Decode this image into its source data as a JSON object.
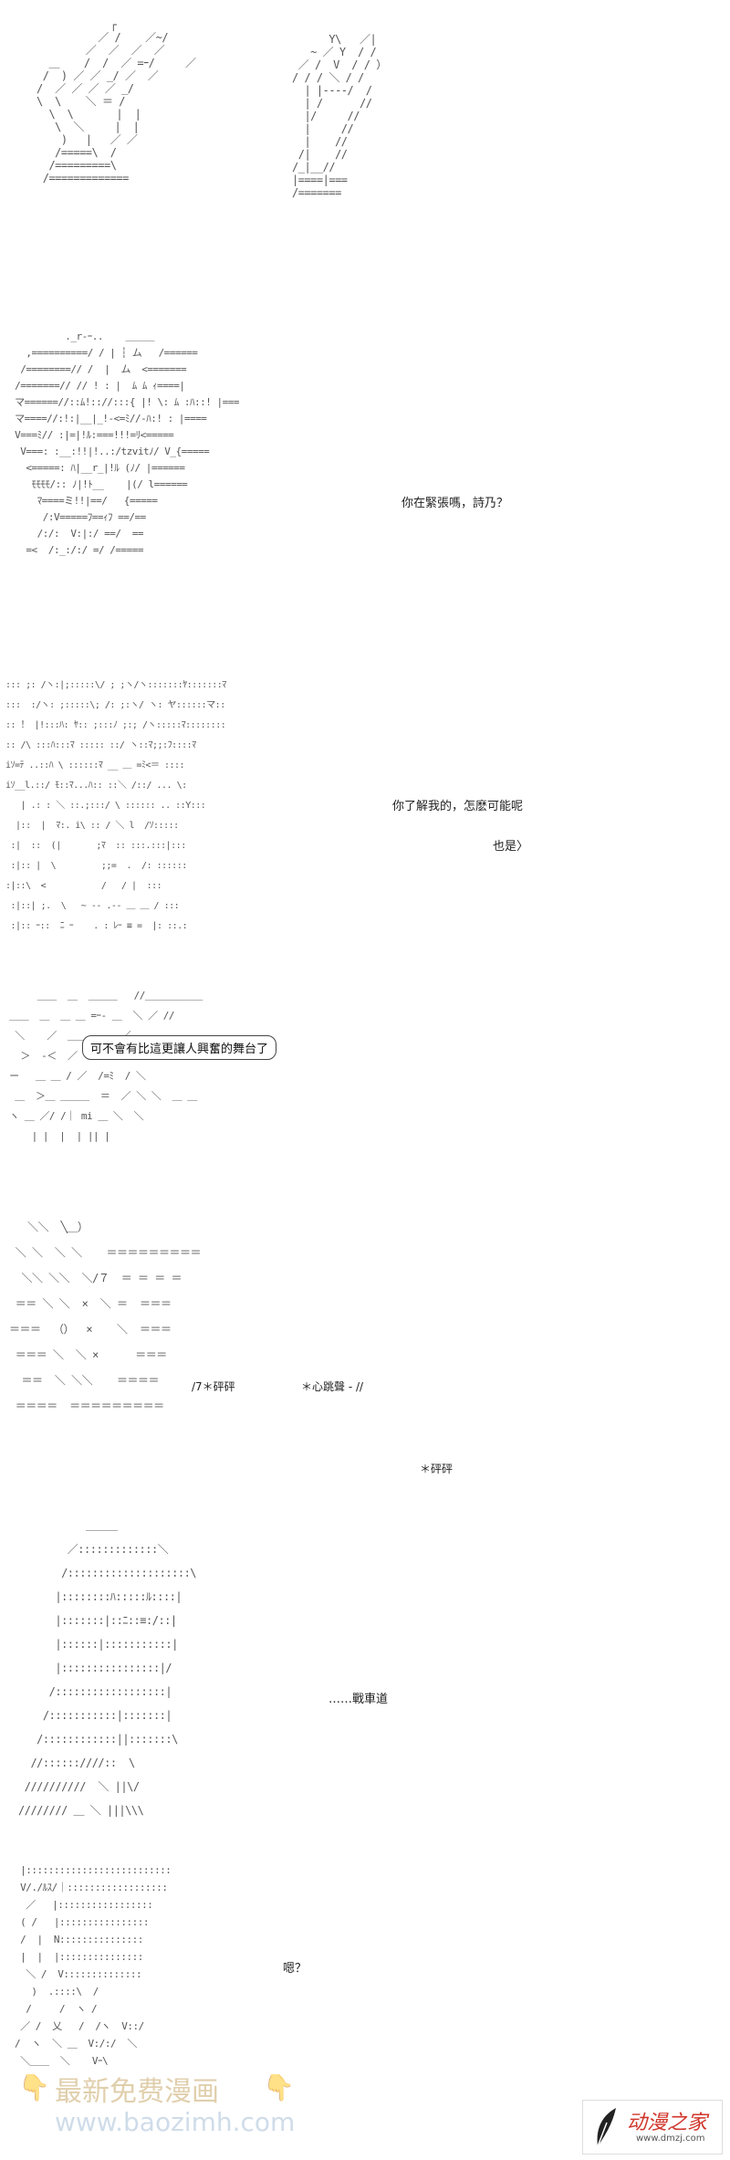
{
  "panels": {
    "p2": {
      "speech": "你在緊張嗎，詩乃？"
    },
    "p3": {
      "speech1": "你了解我的，怎麽可能呢",
      "speech2": "也是〉"
    },
    "p4": {
      "balloon": "可不會有比這更讓人興奮的舞台了"
    },
    "p5": {
      "sfx1": "/7＊砰砰",
      "sfx2": "＊心跳聲 - //",
      "sfx3": "＊砰砰"
    },
    "p6": {
      "speech": "……戰車道"
    },
    "p7": {
      "speech": "嗯？"
    }
  },
  "watermark": {
    "line1": "最新免费漫画",
    "line2": "www.baozimh.com"
  },
  "logo": {
    "title": "动漫之家",
    "url": "www.dmzj.com"
  },
  "ascii": {
    "a1": "            ┌\n          ／ /    ／~/\n        ／  ／  ／  ／\n  ＿    /  /  ／ =ｰ/     ／\n /  ) ／ ／ _/ ／  ／\n/  ／ ／ ／ ／ _/\n\\  \\    ＼ ＝ /\n  \\  \\       |  |\n   \\  ＼     |  |\n    )   |   ／ ／\n   /=====\\  /\n  /=========\\\n /=============",
    "a2": "      Y\\   ／|\n   ~ ／ Y  / /\n ／ /  V  / / ）\n/ / / ＼ / /\n  | |----/  /\n  | /      //\n  |/     //\n  |     //\n  |    //\n /|    //\n/_|__//\n|====|===\n/=======",
    "a3": "          ._r-ｰ..    ＿＿＿\n   ,==========/ / | ┆ ム   /======\n  /========// /  |  ム  <=======\n /=======// // ! : |  ﾑ ﾑ ｨ====|\n マ======//::ﾑ!:://:::{ |! \\: ﾑ :ﾊ::! |===\n マ====//:!:|__|_!-<=ﾐ//-ﾊ:! : |====\n V===ﾐ// :|=|!ﾙ:===!!!=ﾘ<=====\n  V===: :__:!!|!..:/tzvitﾉ/ V_{=====\n   <=====: ﾊ|__r_|!ﾙ (ﾉ/ |======\n    ﾓﾓﾓﾓ/:: ﾉ|!ﾄ__    |(/ l======\n     ﾏ====ミ!!|==/   {=====\n      /:V=====ﾌ==ｨﾌ ==/==\n     /:/:  V:|:/ ==/  ==\n   =<  /:_:/:/ =/ /=====",
    "a4": "::: ;: /ヽ:|;:::::\\/ ; ;ヽ/ヽ:::::::ﾔ:::::::ﾏ\n:::  :/ヽ: ;:::::\\; /: ;:ヽ/ ヽ: ヤ::::::マ::\n:: ！ |!:::ﾊ: ﾔ:: ;:::ﾉ ;:; /ヽ:::::ﾏ::::::::\n:: /\\ :::ﾊ:::ﾏ ::::: ::/ ヽ::ﾏ;;:ﾌ::::ﾏ\niｿ=ﾃ ..::ﾊ \\ ::::::ﾏ __ ＿ =ﾐ<＝ ::::\niｿ__l.::/ ﾓ::ﾏ...ﾊ:: ::＼ /::/ ... \\:\n   | .: : ＼ ::.;:::/ \\ :::::: .. ::Y:::\n  |::  |  ﾏ:. i\\ :: / ＼ l  /ｿ:::::\n :|  ::  (|       ;ﾏ  :: :::.:::|:::\n :|:: |  \\         ;;=  .  /: ::::::\n:|::\\  <           /   / |  :::\n :|::| ;.  \\   ~ -- .-- ＿ ＿ / :::\n :|:: ｰ::  ﾆ ｰ    . : ﾚｰ ≡ =  |: ::.:",
    "a5": "      ＿＿  ＿  ＿＿＿   //＿＿＿＿＿＿\n ＿＿  ＿  ＿ ＿ =ｰ- ＿  ＼ ／ //\n  ＼    ／  ＿＿＿＿＿ ／\n   ＞  -＜  ／  /\n ー   ＿ ＿ / ／  /=ﾐ  / ＼\n  ＿  ＞＿ ＿＿＿  ＝  ／ ＼ ＼  ＿ ＿\n ヽ ＿ ／/ /｜ mi ＿ ＼  ＼\n     | |  |  | || |",
    "a6": "   ＼＼  ╲＿）\n ＼ ＼  ＼ ＼    ＝＝＝＝＝＝＝＝＝\n  ＼＼ ＼＼  ＼/７  ＝ ＝ ＝ ＝\n ＝＝ ＼ ＼  ×  ＼ ＝  ＝＝＝\n＝＝＝  （）  ×    ＼  ＝＝＝\n ＝＝＝ ＼  ＼ ×      ＝＝＝\n  ＝＝  ＼ ＼＼    ＝＝＝＝\n ＝＝＝＝  ＝＝＝＝＝＝＝＝＝",
    "a7": "           ＿＿＿\n        ／:::::::::::::＼\n       /::::::::::::::::::::\\\n      |::::::::ﾊ:::::ﾙ::::|\n      |:::::::|::ﾆ::≡:/::|\n      |::::::|:::::::::::|\n      |::::::::::::::::|/\n     /::::::::::::::::::|\n    /:::::::::::|:::::::|\n   /::::::::::::||:::::::\\\n  //::::::////::  \\\n //////////  ＼ ||\\/\n//////// ＿ ＼ |||\\\\\\",
    "a8": " |::::::::::::::::::::::::::\n V/./ﾙｽ/｜::::::::::::::::::\n  ／   |:::::::::::::::::\n ( /   |::::::::::::::::\n /  |  N:::::::::::::::\n |  |  |:::::::::::::::\n  ＼ /  V::::::::::::::\n   )  .::::\\  /\n  /     /  ヽ /\n ／ /  乂   /  /ヽ  V::/\n/  ヽ  ＼ ＿  V:/:/  ＼\n ＼＿＿  ＼    Vｰ\\"
  }
}
